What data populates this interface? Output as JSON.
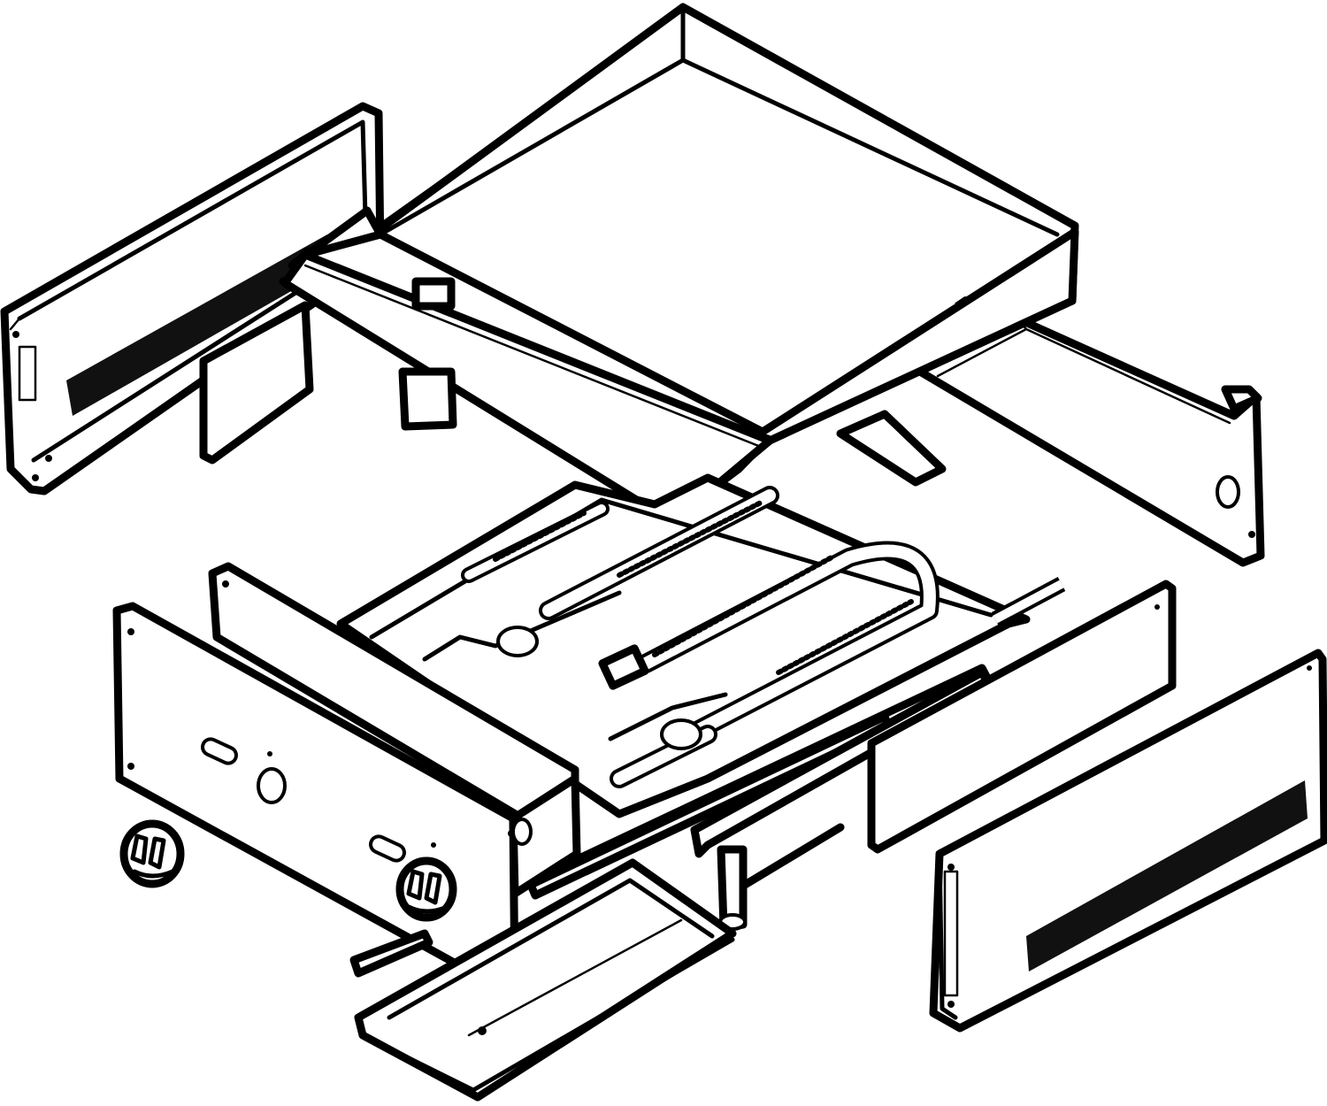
{
  "diagram": {
    "style": "isometric exploded-view line drawing",
    "colors": {
      "stroke": "#000000",
      "background": "#ffffff",
      "grille": "#111111"
    },
    "parts": [
      "griddle-plate",
      "left-side-panel",
      "right-side-panel",
      "front-control-panel",
      "rear-panel",
      "right-front-panel",
      "burner-assembly",
      "grease-drawer",
      "control-knob-loose",
      "control-knob-mounted",
      "support-bracket",
      "bottom-rails"
    ]
  }
}
